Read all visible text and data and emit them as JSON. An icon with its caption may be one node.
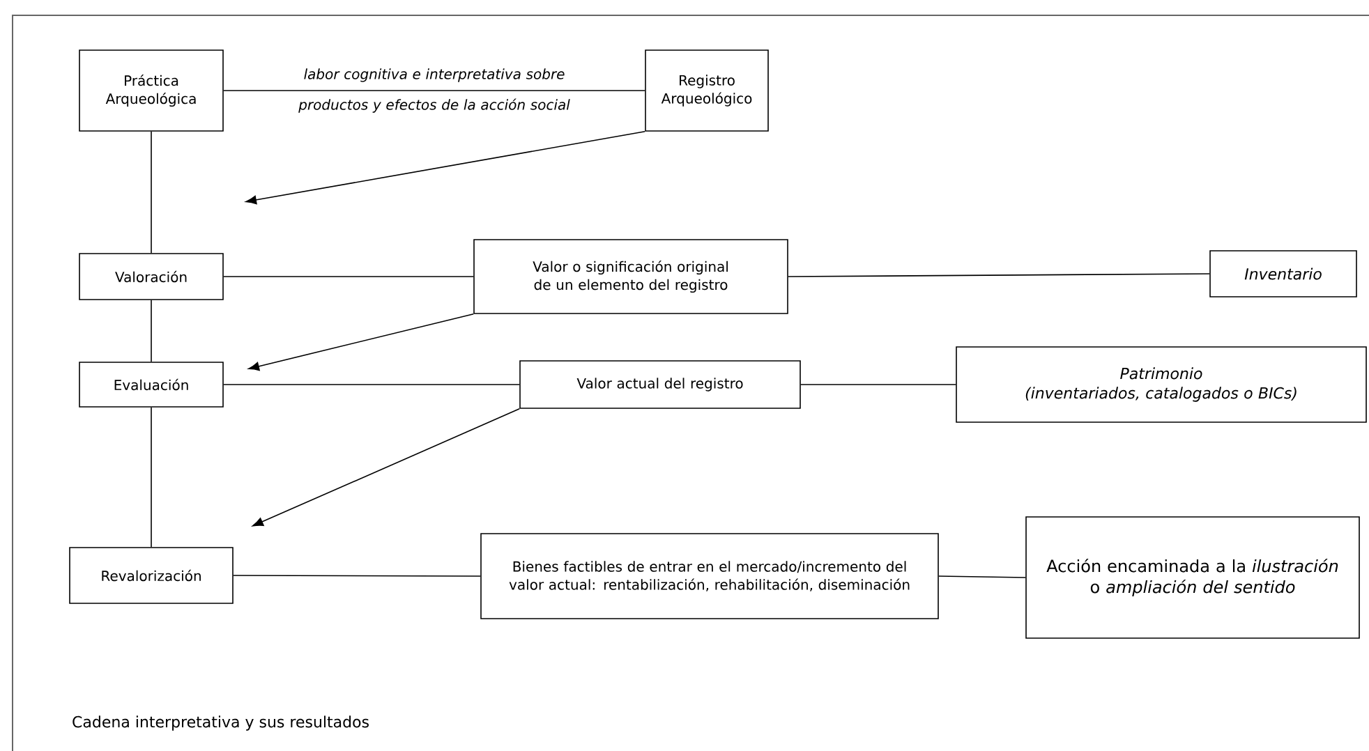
{
  "diagram": {
    "caption": "Cadena interpretativa y sus resultados",
    "nodes": [
      {
        "text": [
          "Práctica Arqueológica"
        ]
      },
      {
        "text": [
          "Registro Arqueológico"
        ]
      },
      {
        "text": [
          "Valoración"
        ]
      },
      {
        "text": [
          "Valor o significación original de un elemento del registro"
        ]
      },
      {
        "text": [
          "Inventario"
        ]
      },
      {
        "text": [
          "Evaluación"
        ]
      },
      {
        "text": [
          "Valor actual del registro"
        ]
      },
      {
        "text": [
          "Patrimonio",
          "(inventariados, catalogados o BICs)"
        ]
      },
      {
        "text": [
          "Revalorización"
        ]
      },
      {
        "text": [
          "Bienes factibles de entrar en el mercado/incremento del valor actual: rentabilización, rehabilitación, diseminación"
        ]
      },
      {
        "text": [
          "Acción encaminada a la *ilustración* o *ampliación del sentido*"
        ]
      }
    ],
    "edges": [
      {
        "from": 0,
        "to": 1,
        "arrow": "none",
        "label": "labor cognitiva e interpretativa sobre productos y efectos de la acción social"
      },
      {
        "from": 1,
        "to": null,
        "arrow": "to"
      },
      {
        "from": 0,
        "to": 2,
        "arrow": "none"
      },
      {
        "from": 2,
        "to": 3,
        "arrow": "none"
      },
      {
        "from": 3,
        "to": 4,
        "arrow": "none"
      },
      {
        "from": 3,
        "to": null,
        "arrow": "to"
      },
      {
        "from": 2,
        "to": 5,
        "arrow": "none"
      },
      {
        "from": 5,
        "to": 6,
        "arrow": "none"
      },
      {
        "from": 6,
        "to": 7,
        "arrow": "none"
      },
      {
        "from": 6,
        "to": null,
        "arrow": "to"
      },
      {
        "from": 5,
        "to": 8,
        "arrow": "none"
      },
      {
        "from": 8,
        "to": 9,
        "arrow": "none"
      },
      {
        "from": 9,
        "to": 10,
        "arrow": "none"
      }
    ]
  }
}
